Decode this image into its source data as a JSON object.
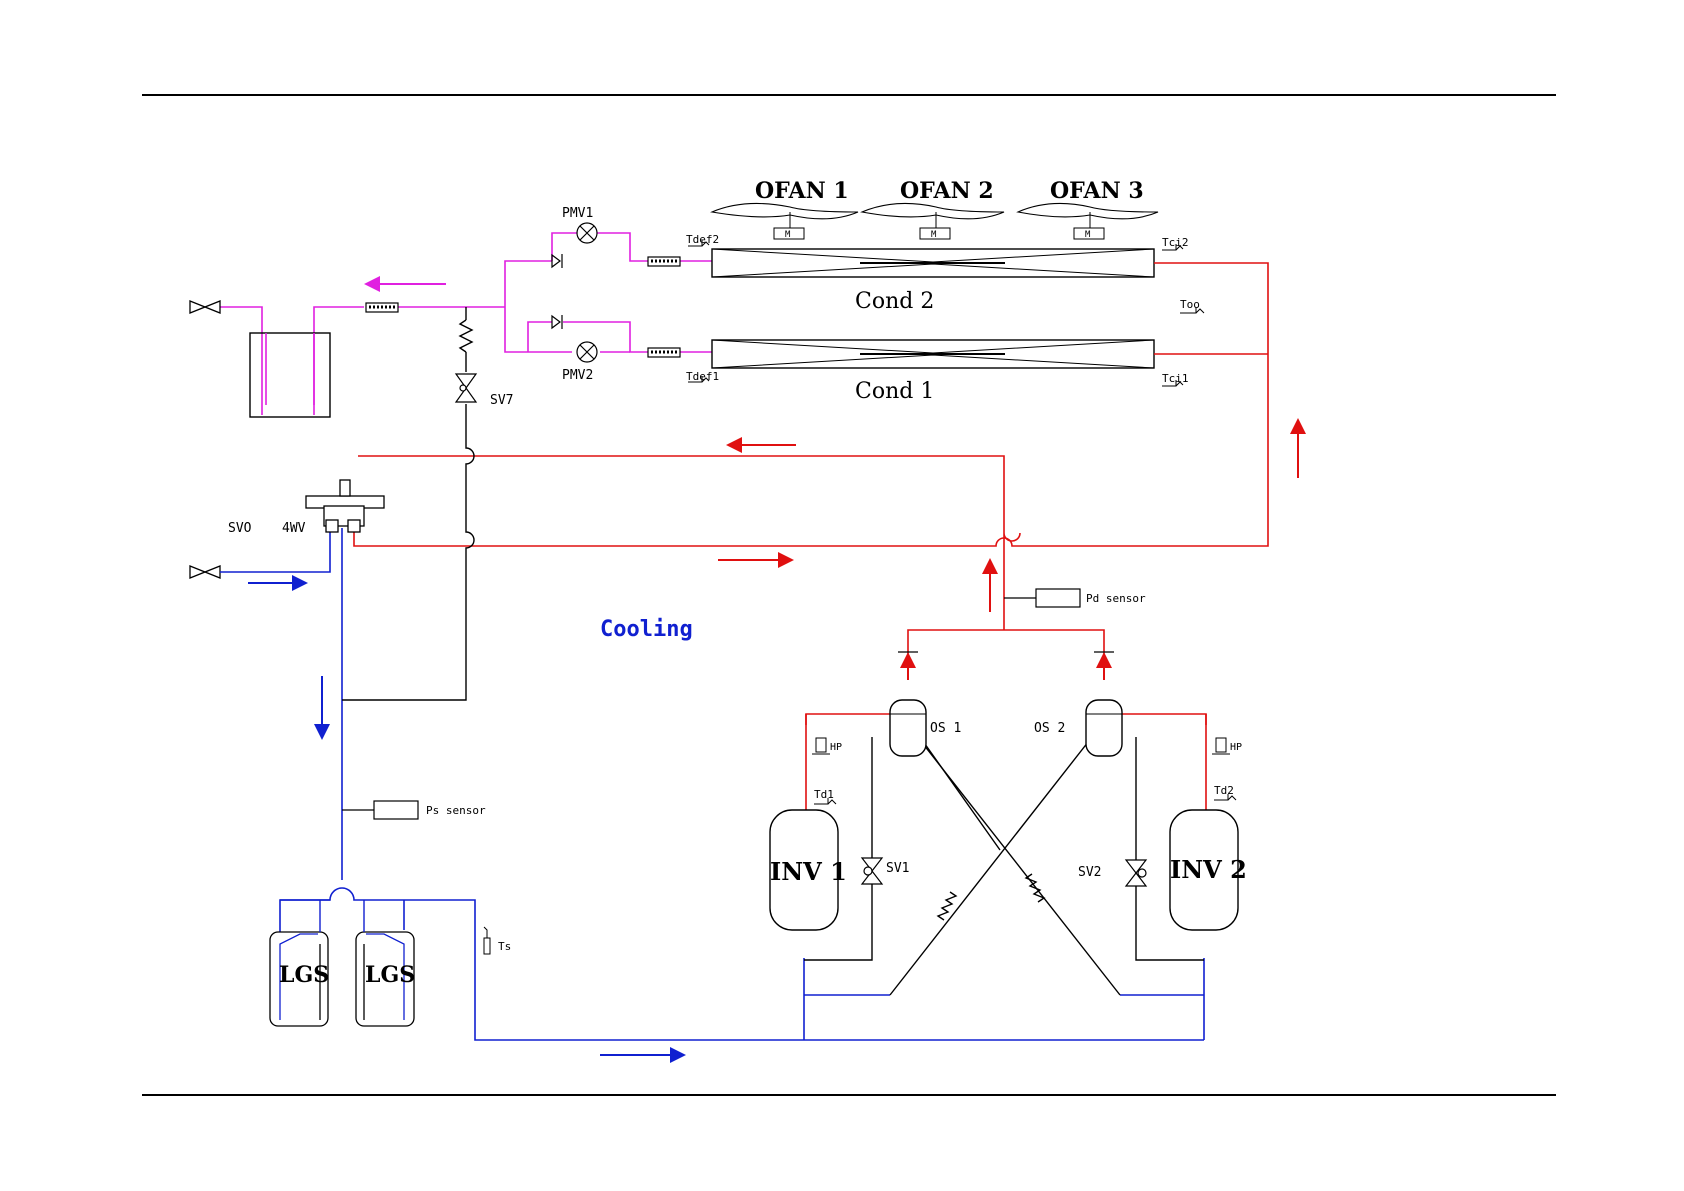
{
  "mode_label": "Cooling",
  "colors": {
    "liquid": "#e020e0",
    "discharge": "#e01010",
    "suction": "#1020d0",
    "bypass": "#000000"
  },
  "fans": [
    {
      "label": "OFAN 1",
      "motor": "M"
    },
    {
      "label": "OFAN 2",
      "motor": "M"
    },
    {
      "label": "OFAN 3",
      "motor": "M"
    }
  ],
  "condensers": [
    {
      "label": "Cond 2"
    },
    {
      "label": "Cond 1"
    }
  ],
  "valves": {
    "pmv1": "PMV1",
    "pmv2": "PMV2",
    "sv7": "SV7",
    "sv0": "SVO",
    "four_way": "4WV",
    "sv1": "SV1",
    "sv2": "SV2"
  },
  "sensors": {
    "tdef2": "Tdef2",
    "tdef1": "Tdef1",
    "tci2": "Tci2",
    "tci1": "Tci1",
    "to": "Too",
    "pd": "Pd sensor",
    "ps": "Ps sensor",
    "ts": "Ts",
    "td1": "Td1",
    "td2": "Td2",
    "hp1": "HP",
    "hp2": "HP"
  },
  "components": {
    "inv1": "INV 1",
    "inv2": "INV 2",
    "os1": "OS 1",
    "os2": "OS 2",
    "lgs1": "LGS",
    "lgs2": "LGS"
  }
}
